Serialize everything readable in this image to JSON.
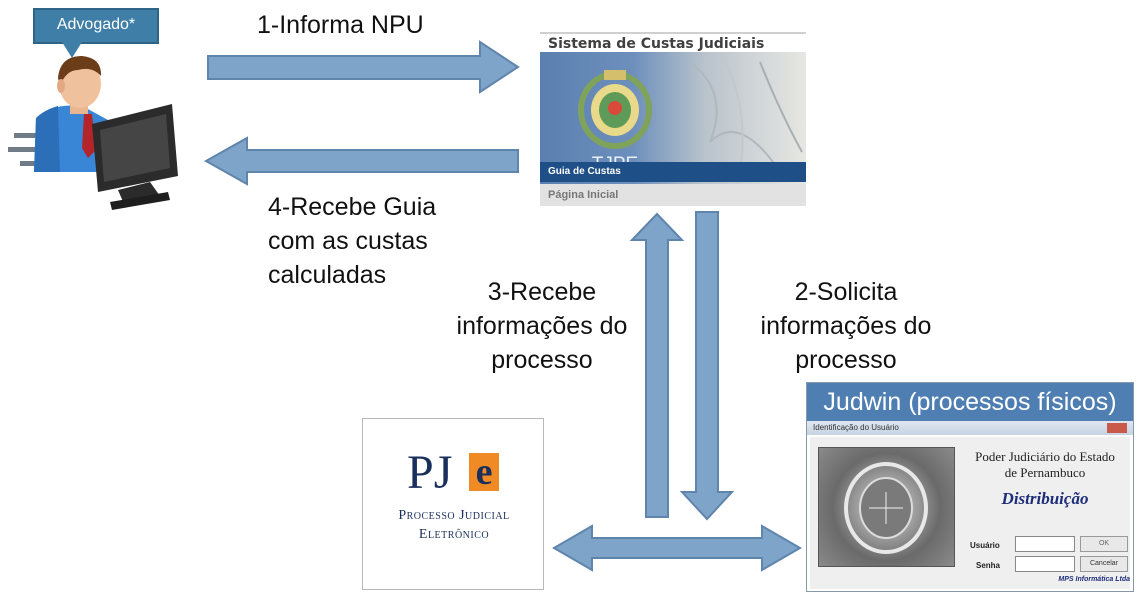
{
  "actor": {
    "callout": "Advogado*"
  },
  "steps": {
    "step1": "1-Informa NPU",
    "step2": [
      "2-Solicita",
      "informações do",
      "processo"
    ],
    "step3": [
      "3-Recebe",
      "informações do",
      "processo"
    ],
    "step4": [
      "4-Recebe Guia",
      "com as custas",
      "calculadas"
    ]
  },
  "tjpe_system": {
    "title": "Sistema de Custas Judiciais",
    "caption": "TJPE",
    "menu_active": "Guia de Custas",
    "menu_item": "Página Inicial"
  },
  "pje": {
    "logo_p": "PJ",
    "logo_e": "e",
    "line1": "Processo Judicial",
    "line2": "Eletrônico"
  },
  "judwin": {
    "header": "Judwin (processos físicos)",
    "window_title": "Identificação do Usuário",
    "org_line1": "Poder Judiciário do Estado",
    "org_line2": "de Pernambuco",
    "module": "Distribuição",
    "user_label": "Usuário",
    "password_label": "Senha",
    "ok_button": "OK",
    "cancel_button": "Cancelar",
    "footer": "MPS Informática Ltda"
  },
  "colors": {
    "arrow_fill": "#7fa4c9",
    "arrow_stroke": "#5f85ac",
    "callout": "#3f7ea6",
    "tjpe_bar": "#1e4f86",
    "judwin_header": "#4f7fb2",
    "pje_orange": "#f08a24",
    "pje_navy": "#1b2f5c"
  }
}
